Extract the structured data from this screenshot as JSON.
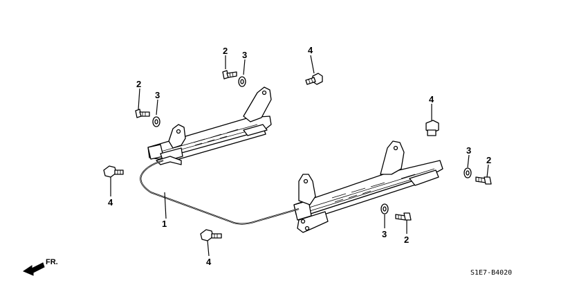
{
  "callouts": {
    "c1": "1",
    "c2a": "2",
    "c2b": "2",
    "c2c": "2",
    "c2d": "2",
    "c3a": "3",
    "c3b": "3",
    "c3c": "3",
    "c3d": "3",
    "c4a": "4",
    "c4b": "4",
    "c4c": "4",
    "c4d": "4"
  },
  "front_label": "FR.",
  "diagram_code": "S1E7-B4020"
}
